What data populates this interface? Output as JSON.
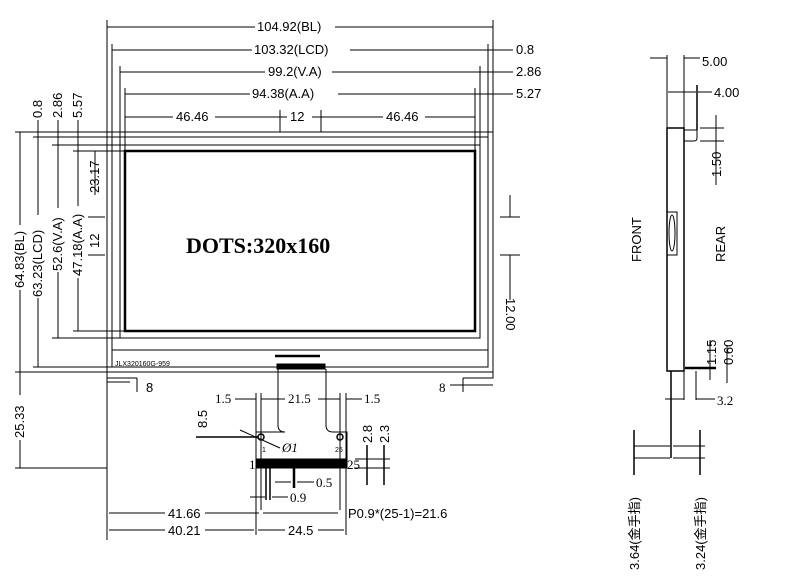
{
  "front_view": {
    "dots_label": "DOTS:320x160",
    "model_label": "JLX320160G-959",
    "top_dims": {
      "bl_width": "104.92(BL)",
      "lcd_width": "103.32(LCD)",
      "lcd_offset": "0.8",
      "va_width": "99.2(V.A)",
      "va_offset": "2.86",
      "aa_width": "94.38(A.A)",
      "aa_offset": "5.27",
      "left_half": "46.46",
      "center": "12",
      "right_half": "46.46"
    },
    "left_dims": {
      "bl_height": "64.83(BL)",
      "lcd_height": "63.23(LCD)",
      "va_height": "52.6(V.A)",
      "aa_height": "47.18(A.A)",
      "center": "12",
      "half": "23.17",
      "offset_lcd": "0.8",
      "offset_va": "2.86",
      "offset_aa": "5.57",
      "fpc_length": "25.33"
    },
    "right_dims": {
      "center": "12.00"
    },
    "bottom_dims": {
      "left_notch": "8",
      "right_notch": "8",
      "fpc_margin_left": "1.5",
      "fpc_width_inner": "21.5",
      "fpc_margin_right": "1.5",
      "hole_offset": "8.5",
      "hole_diameter": "Ø1",
      "pin_first": "1",
      "pin_last": "25",
      "dim_2_8": "2.8",
      "dim_2_3": "2.3",
      "pin_width": "0.5",
      "pin_pitch": "0.9",
      "left_offset_1": "41.66",
      "left_offset_2": "40.21",
      "fpc_width": "24.5",
      "pitch_formula": "P0.9*(25-1)=21.6"
    }
  },
  "side_view": {
    "thickness_total": "5.00",
    "thickness_body": "4.00",
    "tab_height": "1.50",
    "front_label": "FRONT",
    "rear_label": "REAR",
    "fpc_dim_1": "1.15",
    "fpc_dim_2": "0.60",
    "fpc_bend": "3.2",
    "gold_finger_1": "3.64(金手指)",
    "gold_finger_2": "3.24(金手指)"
  }
}
